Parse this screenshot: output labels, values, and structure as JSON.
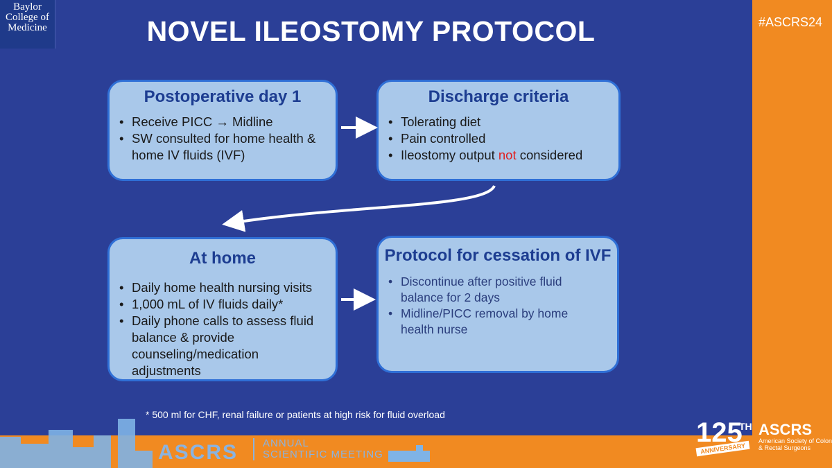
{
  "header": {
    "logo_lines": [
      "Baylor",
      "College of",
      "Medicine"
    ],
    "title": "NOVEL ILEOSTOMY PROTOCOL",
    "hashtag": "#ASCRS24"
  },
  "boxes": {
    "postop": {
      "heading": "Postoperative day 1",
      "item1": "Receive PICC → Midline",
      "item2": "SW consulted for home health & home IV fluids (IVF)"
    },
    "discharge": {
      "heading": "Discharge criteria",
      "item1": "Tolerating diet",
      "item2": "Pain controlled",
      "item3_before": "Ileostomy output ",
      "item3_red": "not",
      "item3_after": " considered"
    },
    "home": {
      "heading": "At home",
      "item1": "Daily home health nursing visits",
      "item2": "1,000 mL of IV fluids daily*",
      "item3": "Daily phone calls to assess fluid balance & provide counseling/medication adjustments"
    },
    "cessation": {
      "heading": "Protocol for cessation of IVF",
      "item1": "Discontinue after positive fluid balance for 2 days",
      "item2": "Midline/PICC removal by home health nurse"
    }
  },
  "footnote": "* 500 ml for CHF, renal failure or patients at high risk for fluid overload",
  "footer": {
    "ascrs": "ASCRS",
    "annual_line1": "ANNUAL",
    "annual_line2": "SCIENTIFIC MEETING",
    "anniv_number": "125",
    "anniv_th": "TH",
    "anniv_ascrs": "ASCRS",
    "anniv_ribbon": "ANNIVERSARY",
    "anniv_society": "American Society of Colon & Rectal Surgeons"
  },
  "colors": {
    "background": "#2b3f97",
    "orange": "#f18a21",
    "box_fill": "#a9c8ea",
    "box_border": "#2f6fd6",
    "heading": "#1d3d91",
    "emphasis": "#e02020"
  }
}
